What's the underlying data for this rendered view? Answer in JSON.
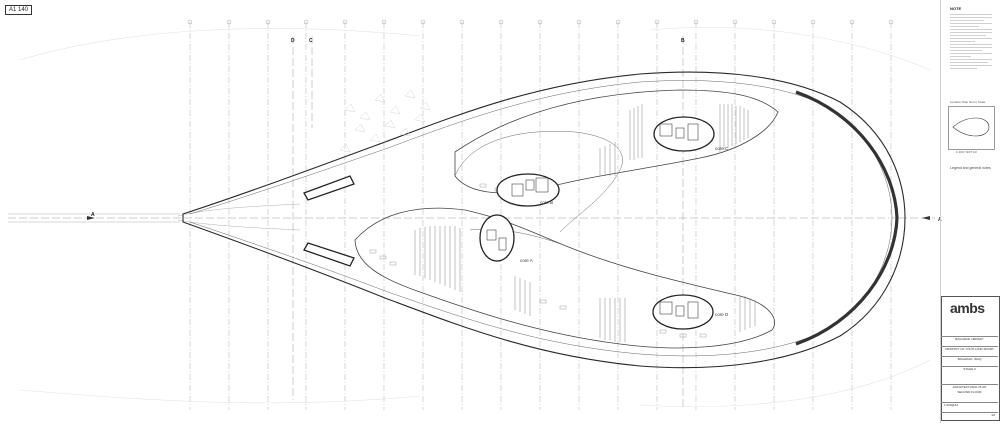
{
  "sheet": {
    "size_label": "A1 140"
  },
  "section_markers": {
    "horizontal_left": "A",
    "horizontal_right": "A",
    "vertical_d": "D",
    "vertical_c": "C",
    "vertical_b": "B"
  },
  "cores": {
    "a": "core A",
    "b": "core B",
    "c": "core C",
    "d": "core D"
  },
  "notes_panel": {
    "heading": "NOTE",
    "location_label": "Location Plan Not to Scale",
    "scale_text": "1:200 / NOT A3",
    "legend_heading": "Legend and general notes"
  },
  "title_block": {
    "firm_logo": "ambs",
    "project_title": "BAGHDAD LIBRARY",
    "client": "MINISTRY OF YOUTH AND SPORT",
    "location": "BAGHDAD, IRAQ",
    "stage": "STAGE 3",
    "drawing_title": "ARCHITECTURAL PLAN",
    "drawing_subtitle": "SECOND FLOOR",
    "scale": "1:200@A1",
    "revision": "00"
  },
  "colors": {
    "line_dark": "#2a2a2a",
    "line_light": "#bcbcbc",
    "background": "#ffffff"
  }
}
